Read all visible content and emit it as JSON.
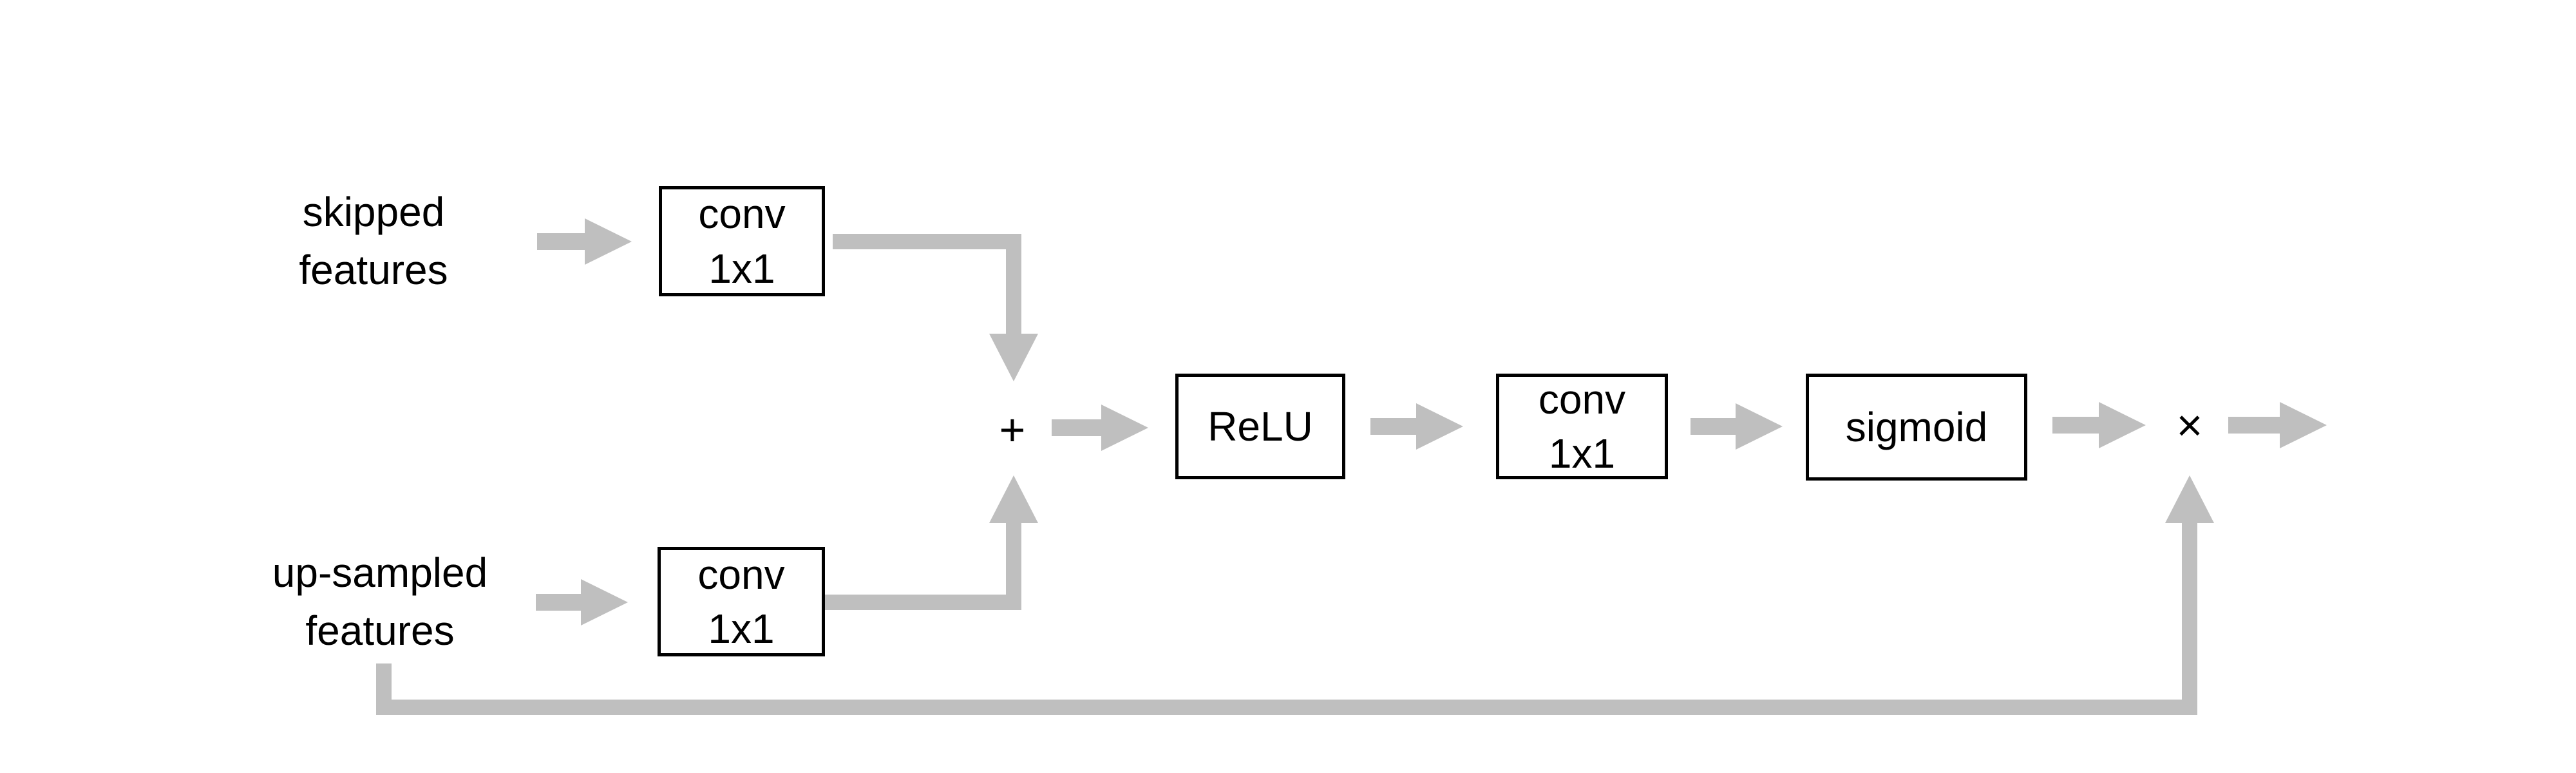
{
  "diagram": {
    "kind": "attention-gate-flow-diagram",
    "nodes": {
      "skipped_input": "skipped\nfeatures",
      "upsampled_input": "up-sampled\nfeatures",
      "conv_top": "conv\n1x1",
      "conv_bottom": "conv\n1x1",
      "add_op": "+",
      "relu": "ReLU",
      "conv_mid": "conv\n1x1",
      "sigmoid": "sigmoid",
      "multiply_op": "×"
    },
    "edges": [
      "skipped features -> conv 1x1 (top)",
      "conv 1x1 (top) -> +",
      "up-sampled features -> conv 1x1 (bottom)",
      "conv 1x1 (bottom) -> +",
      "+ -> ReLU",
      "ReLU -> conv 1x1",
      "conv 1x1 -> sigmoid",
      "sigmoid -> ×",
      "up-sampled features -> × (skip connection)",
      "× -> output"
    ]
  },
  "colors": {
    "background": "#ffffff",
    "arrow": "#bfbfbf",
    "border": "#000000",
    "text": "#000000"
  }
}
